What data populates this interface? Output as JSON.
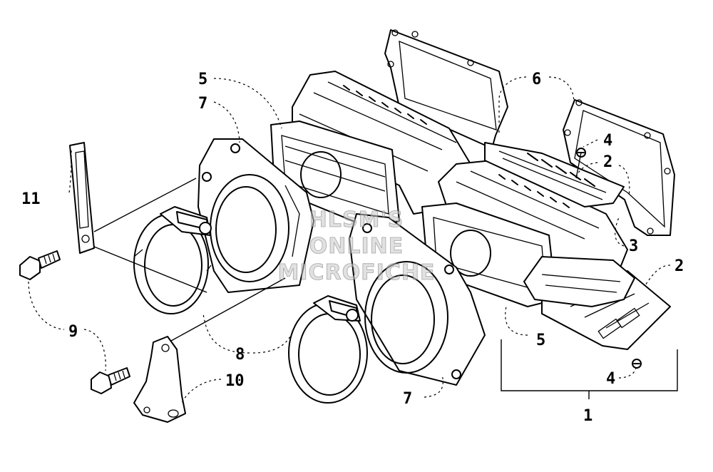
{
  "watermark": {
    "line1": "HLSM'S",
    "line2": "ONLINE",
    "line3": "MICROFICHE"
  },
  "callouts": {
    "c1": "1",
    "c2a": "2",
    "c2b": "2",
    "c3": "3",
    "c4a": "4",
    "c4b": "4",
    "c5a": "5",
    "c5b": "5",
    "c6": "6",
    "c7a": "7",
    "c7b": "7",
    "c8": "8",
    "c9": "9",
    "c10": "10",
    "c11": "11"
  }
}
